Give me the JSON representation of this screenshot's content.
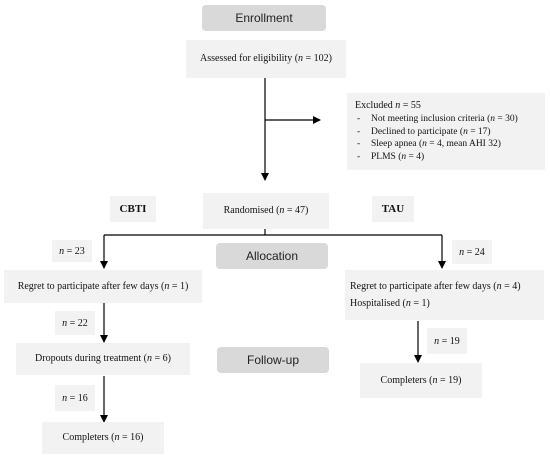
{
  "stages": {
    "enrollment": "Enrollment",
    "allocation": "Allocation",
    "followup": "Follow-up"
  },
  "assessed": {
    "pre": "Assessed for eligibility (",
    "n": "n",
    "post": " = 102)"
  },
  "excluded": {
    "title_pre": "Excluded ",
    "n": "n",
    "title_post": " = 55",
    "items": [
      {
        "pre": "Not meeting inclusion criteria (",
        "n": "n",
        "post": " = 30)"
      },
      {
        "pre": "Declined to participate (",
        "n": "n",
        "post": " = 17)"
      },
      {
        "pre": "Sleep apnea (",
        "n": "n",
        "post": " = 4, mean AHI 32)"
      },
      {
        "pre": "PLMS (",
        "n": "n",
        "post": " = 4)"
      }
    ]
  },
  "randomised": {
    "pre": "Randomised (",
    "n": "n",
    "post": " = 47)"
  },
  "arms": {
    "left": "CBTI",
    "right": "TAU"
  },
  "left": {
    "n_alloc": {
      "n": "n",
      "post": " = 23"
    },
    "regret": {
      "pre": "Regret to participate after few days (",
      "n": "n",
      "post": " = 1)"
    },
    "n_after": {
      "n": "n",
      "post": " = 22"
    },
    "dropouts": {
      "pre": "Dropouts during treatment (",
      "n": "n",
      "post": " = 6)"
    },
    "n_final": {
      "n": "n",
      "post": " = 16"
    },
    "completers": {
      "pre": "Completers (",
      "n": "n",
      "post": " = 16)"
    }
  },
  "right": {
    "n_alloc": {
      "n": "n",
      "post": " = 24"
    },
    "regret": {
      "pre": "Regret to participate after few days (",
      "n": "n",
      "post": " = 4)"
    },
    "hosp": {
      "pre": "Hospitalised (",
      "n": "n",
      "post": " = 1)"
    },
    "n_final": {
      "n": "n",
      "post": " = 19"
    },
    "completers": {
      "pre": "Completers (",
      "n": "n",
      "post": " = 19)"
    }
  }
}
